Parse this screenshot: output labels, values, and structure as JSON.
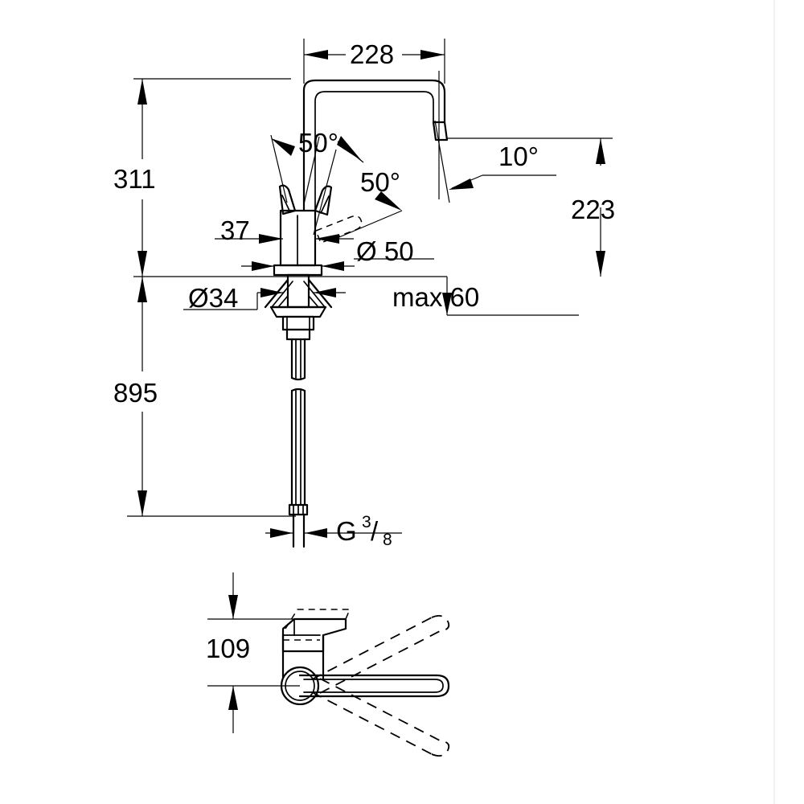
{
  "drawing": {
    "title": "Kitchen mixer tap dimensional drawing",
    "units": "mm",
    "line_color": "#000000",
    "background_color": "#ffffff"
  },
  "dimensions": {
    "spout_reach": "228",
    "height_to_spout_outlet": "311",
    "spout_outlet_height_right": "223",
    "handle_offset": "37",
    "body_diameter": "Ø 50",
    "base_diameter": "Ø34",
    "max_deck_thickness": "max.60",
    "total_hose_length": "895",
    "swivel_height": "109"
  },
  "angles": {
    "handle_left": "50°",
    "handle_right": "50°",
    "spout_tilt": "10°"
  },
  "thread": {
    "label_main": "G",
    "numerator": "3",
    "slash": "/",
    "denominator": "8"
  },
  "views": [
    {
      "name": "front-elevation",
      "label": ""
    },
    {
      "name": "swivel-plan",
      "label": ""
    }
  ]
}
